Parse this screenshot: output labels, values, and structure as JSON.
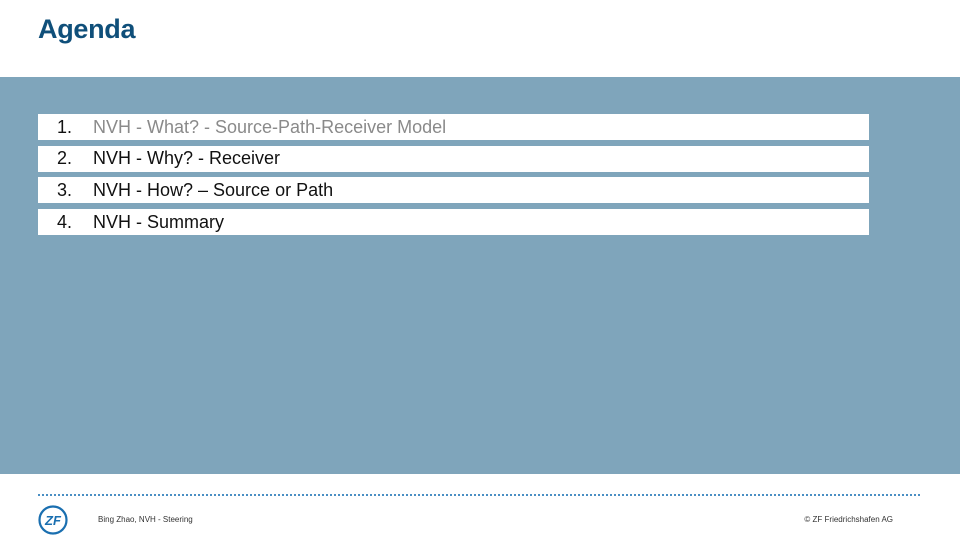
{
  "slide": {
    "title": "Agenda"
  },
  "agenda": {
    "items": [
      {
        "number": "1.",
        "label": "NVH - What? - Source-Path-Receiver Model"
      },
      {
        "number": "2.",
        "label": "NVH - Why? - Receiver"
      },
      {
        "number": "3.",
        "label": "NVH - How? – Source or Path"
      },
      {
        "number": "4.",
        "label": "NVH - Summary"
      }
    ]
  },
  "footer": {
    "author": "Bing Zhao, NVH - Steering",
    "copyright": "© ZF Friedrichshafen AG",
    "logo_text": "ZF"
  },
  "colors": {
    "title": "#0f4f7a",
    "band": "#7fa5bb",
    "divider": "#4a8fc4",
    "logo": "#1a6fb0"
  },
  "icons": {
    "logo": "zf-logo-icon"
  }
}
